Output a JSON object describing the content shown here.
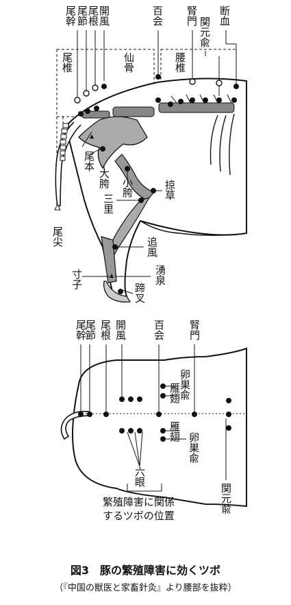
{
  "figure": {
    "title": "図3　豚の繁殖障害に効くツボ",
    "source": "（『中国の獣医と家畜針灸』より腰部を抜粋）"
  },
  "side_view": {
    "top_labels": [
      "尾幹",
      "尾節",
      "尾根",
      "開風",
      "百会",
      "腎門",
      "断血"
    ],
    "region_labels": {
      "tail": "尾椎",
      "sacrum": "仙骨",
      "lumbar": "腰椎"
    },
    "points": {
      "kanshu": "関元兪",
      "bihon": "尾本",
      "daiko": "大胯",
      "shoko": "小胯",
      "sanri": "三里",
      "ryoso": "掠草",
      "bisen": "尾尖",
      "tsuifu": "追風",
      "yusen": "湧泉",
      "sunshi": "寸子",
      "teisa": "蹄叉"
    }
  },
  "top_view": {
    "top_labels": [
      "尾幹",
      "尾節",
      "尾根",
      "開風",
      "百会",
      "腎門"
    ],
    "points": {
      "ransoyu_upper": "卵巣兪",
      "gansi_upper": "雁翅",
      "gansi_lower": "雁翅",
      "ransoyu_lower": "卵巣兪",
      "kanshu": "関元兪",
      "rokugan": "六眼"
    },
    "note": [
      "繁殖障害に関係",
      "するツボの位置"
    ]
  }
}
